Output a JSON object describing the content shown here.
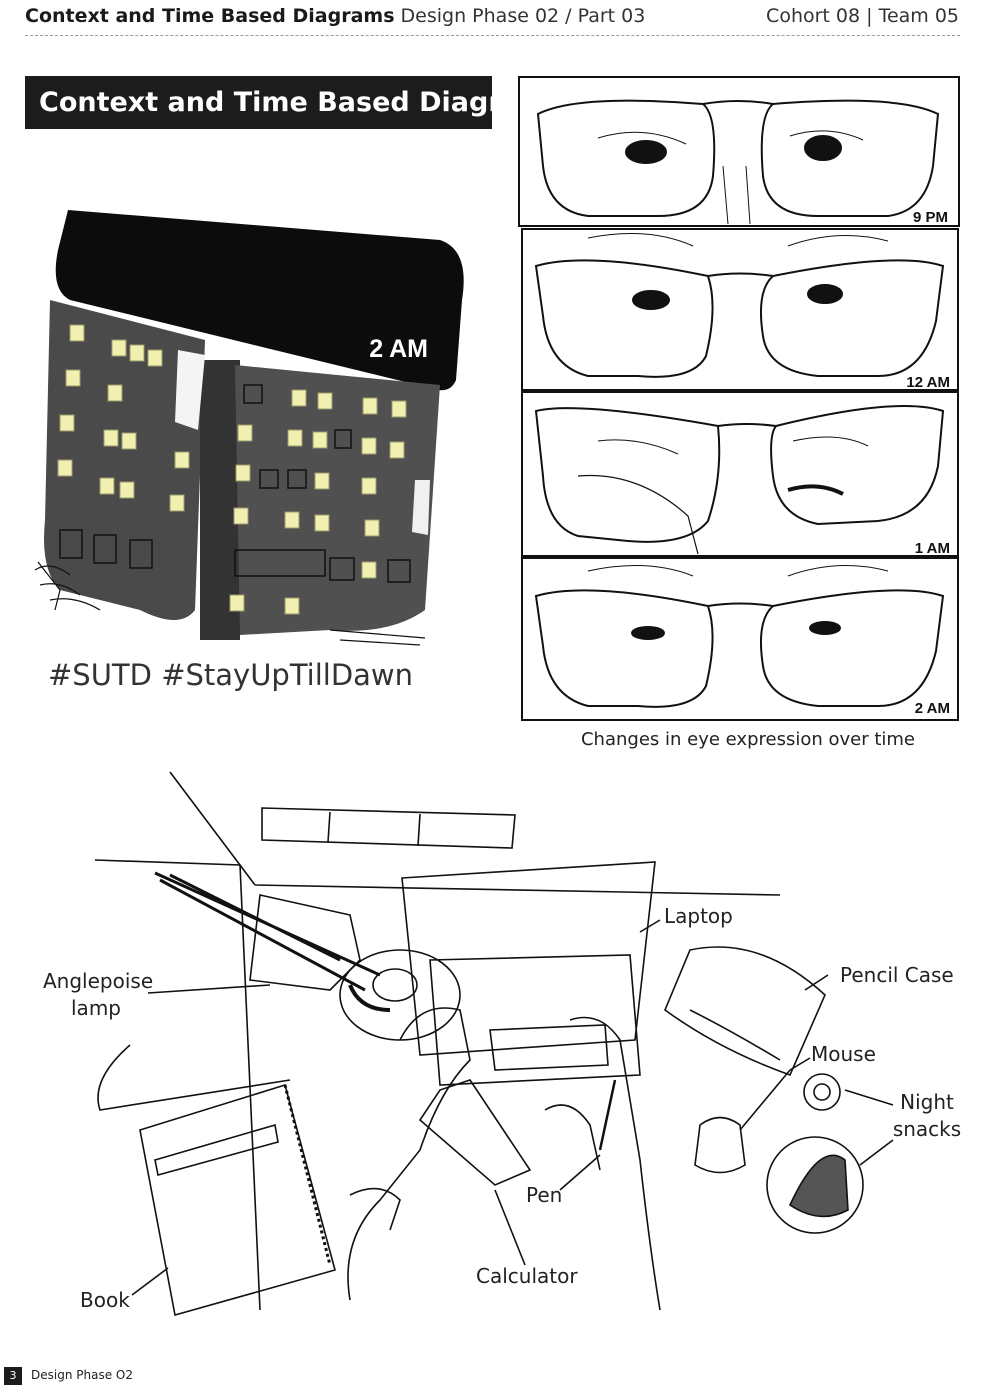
{
  "header": {
    "title": "Context and Time Based Diagrams",
    "subtitle": "Design Phase 02 / Part 03",
    "cohort": "Cohort 08 | Team 05"
  },
  "section_title": "Context and Time Based Diagram",
  "building": {
    "time_label": "2 AM",
    "hashtags": "#SUTD #StayUpTillDawn"
  },
  "eye_panels": {
    "times": [
      "9 PM",
      "12 AM",
      "1 AM",
      "2 AM"
    ],
    "caption": "Changes in eye expression over time"
  },
  "desk_labels": {
    "laptop": "Laptop",
    "lamp": [
      "Anglepoise",
      "lamp"
    ],
    "pencil_case": "Pencil Case",
    "mouse": "Mouse",
    "snacks": [
      "Night",
      "snacks"
    ],
    "pen": "Pen",
    "calculator": "Calculator",
    "book": "Book"
  },
  "footer": {
    "page_number": "3",
    "label": "Design Phase O2"
  }
}
